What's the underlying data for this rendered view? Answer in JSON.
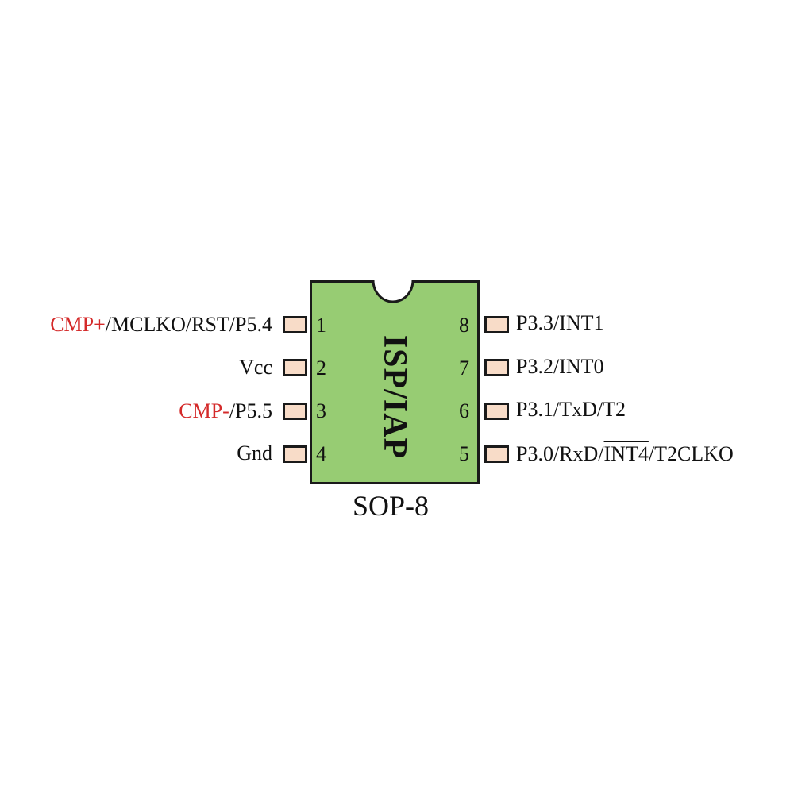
{
  "chip": {
    "label": "ISP/IAP",
    "package": "SOP-8",
    "body_color": "#97cc73",
    "pin_color": "#f8dcc8",
    "accent_color": "#d42a2a"
  },
  "pins": {
    "p1": {
      "number": "1",
      "accent": "CMP+",
      "rest": "/MCLKO/RST/P5.4"
    },
    "p2": {
      "number": "2",
      "rest": "Vcc"
    },
    "p3": {
      "number": "3",
      "accent": "CMP-",
      "rest": "/P5.5"
    },
    "p4": {
      "number": "4",
      "rest": "Gnd"
    },
    "p5": {
      "number": "5",
      "pre": "P3.0/RxD/",
      "over": "INT4",
      "post": "/T2CLKO"
    },
    "p6": {
      "number": "6",
      "rest": "P3.1/TxD/T2"
    },
    "p7": {
      "number": "7",
      "rest": "P3.2/INT0"
    },
    "p8": {
      "number": "8",
      "rest": "P3.3/INT1"
    }
  }
}
